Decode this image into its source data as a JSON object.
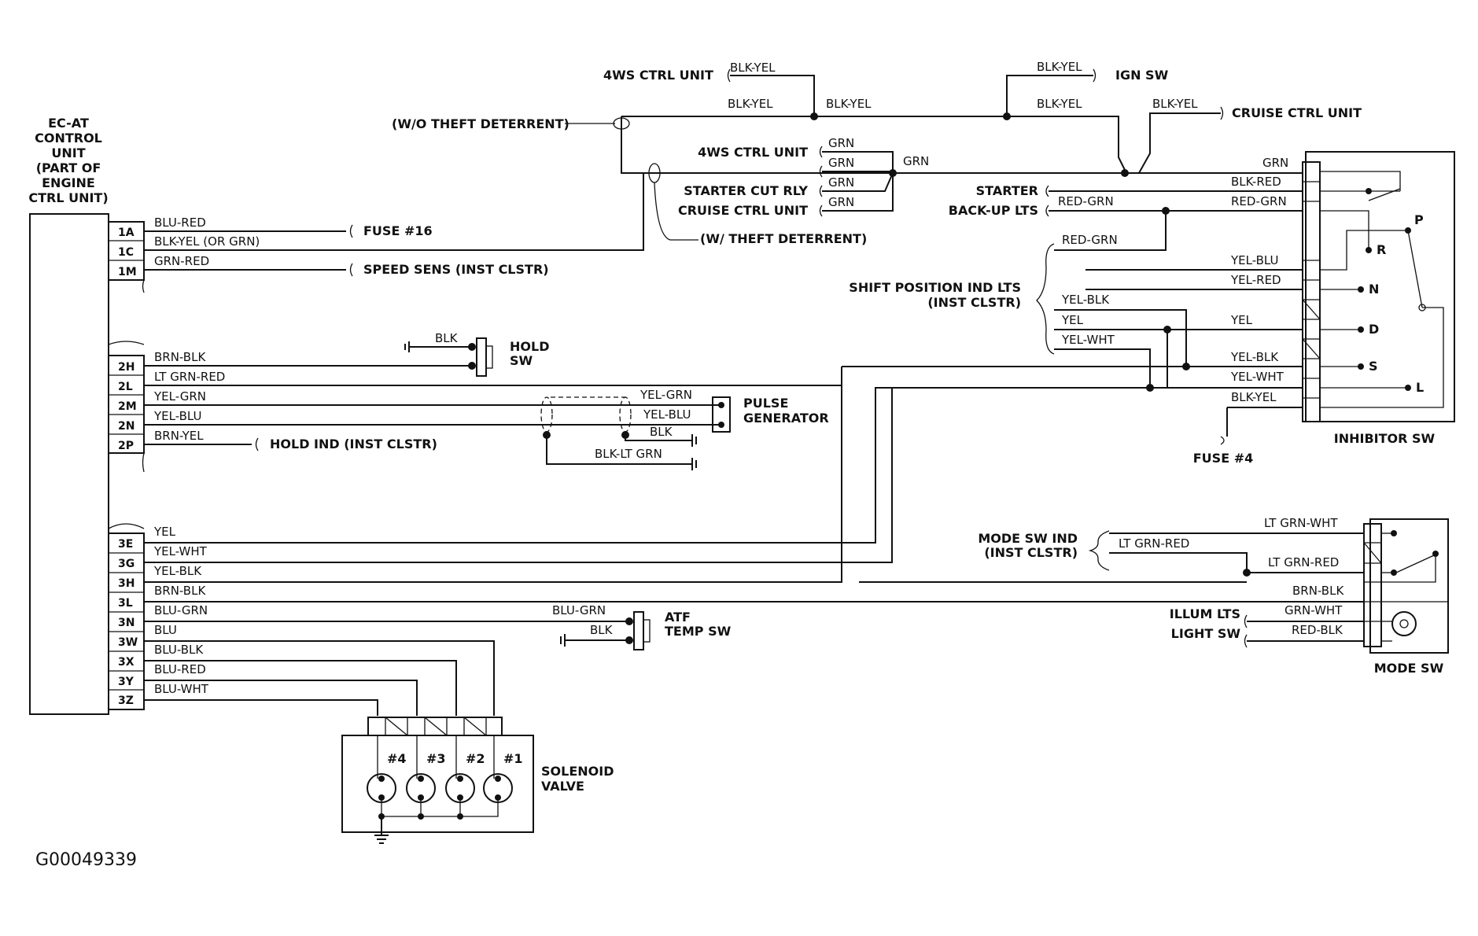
{
  "figure_id": "G00049339",
  "ecu": {
    "lines": [
      "EC-AT",
      "CONTROL",
      "UNIT",
      "(PART OF",
      "ENGINE",
      "CTRL UNIT)"
    ],
    "pins": [
      "1A",
      "1C",
      "1M",
      "2H",
      "2L",
      "2M",
      "2N",
      "2P",
      "3E",
      "3G",
      "3H",
      "3L",
      "3N",
      "3W",
      "3X",
      "3Y",
      "3Z"
    ]
  },
  "wires": {
    "1A": "BLU-RED",
    "1C": "BLK-YEL (OR GRN)",
    "1M": "GRN-RED",
    "2H": "BRN-BLK",
    "2L": "LT GRN-RED",
    "2M": "YEL-GRN",
    "2N": "YEL-BLU",
    "2P": "BRN-YEL",
    "3E": "YEL",
    "3G": "YEL-WHT",
    "3H": "YEL-BLK",
    "3L": "BRN-BLK",
    "3N": "BLU-GRN",
    "3W": "BLU",
    "3X": "BLU-BLK",
    "3Y": "BLU-RED",
    "3Z": "BLU-WHT"
  },
  "destinations": {
    "fuse16": "FUSE #16",
    "speed_sens": "SPEED SENS (INST CLSTR)",
    "hold_ind": "HOLD IND (INST CLSTR)",
    "wo_theft": "(W/O THEFT DETERRENT)",
    "w_theft": "(W/ THEFT DETERRENT)",
    "fourws_top": "4WS CTRL UNIT",
    "fourws_mid": "4WS CTRL UNIT",
    "starter_cut": "STARTER CUT RLY",
    "cruise_left": "CRUISE CTRL UNIT",
    "ign_sw": "IGN SW",
    "cruise_right": "CRUISE CTRL UNIT",
    "starter": "STARTER",
    "backup": "BACK-UP LTS",
    "shift_ind_1": "SHIFT POSITION IND LTS",
    "shift_ind_2": "(INST CLSTR)",
    "fuse4": "FUSE #4",
    "mode_ind_1": "MODE SW IND",
    "mode_ind_2": "(INST CLSTR)",
    "illum": "ILLUM LTS",
    "light_sw": "LIGHT SW"
  },
  "top_wires": {
    "blk_yel": "BLK-YEL",
    "grn": "GRN"
  },
  "shift_wires": {
    "red_grn": "RED-GRN",
    "yel_blk": "YEL-BLK",
    "yel": "YEL",
    "yel_wht": "YEL-WHT",
    "yel_blu": "YEL-BLU",
    "yel_red": "YEL-RED",
    "blk_red": "BLK-RED",
    "grn": "GRN",
    "blk_yel": "BLK-YEL"
  },
  "inhibitor": {
    "title": "INHIBITOR SW",
    "positions": [
      "P",
      "R",
      "N",
      "D",
      "S",
      "L"
    ]
  },
  "mode_sw": {
    "title": "MODE SW",
    "wires": [
      "LT GRN-WHT",
      "LT GRN-RED",
      "BRN-BLK",
      "GRN-WHT",
      "RED-BLK"
    ],
    "ind_wire": "LT GRN-RED"
  },
  "hold_sw": {
    "lines": [
      "HOLD",
      "SW"
    ],
    "ground_wire": "BLK"
  },
  "pulse_gen": {
    "lines": [
      "PULSE",
      "GENERATOR"
    ],
    "wires": [
      "YEL-GRN",
      "YEL-BLU"
    ],
    "ground_wires": [
      "BLK",
      "BLK-LT GRN"
    ]
  },
  "atf_temp": {
    "lines": [
      "ATF",
      "TEMP SW"
    ],
    "wires": [
      "BLU-GRN",
      "BLK"
    ]
  },
  "solenoid": {
    "lines": [
      "SOLENOID",
      "VALVE"
    ],
    "numbers": [
      "#4",
      "#3",
      "#2",
      "#1"
    ]
  }
}
